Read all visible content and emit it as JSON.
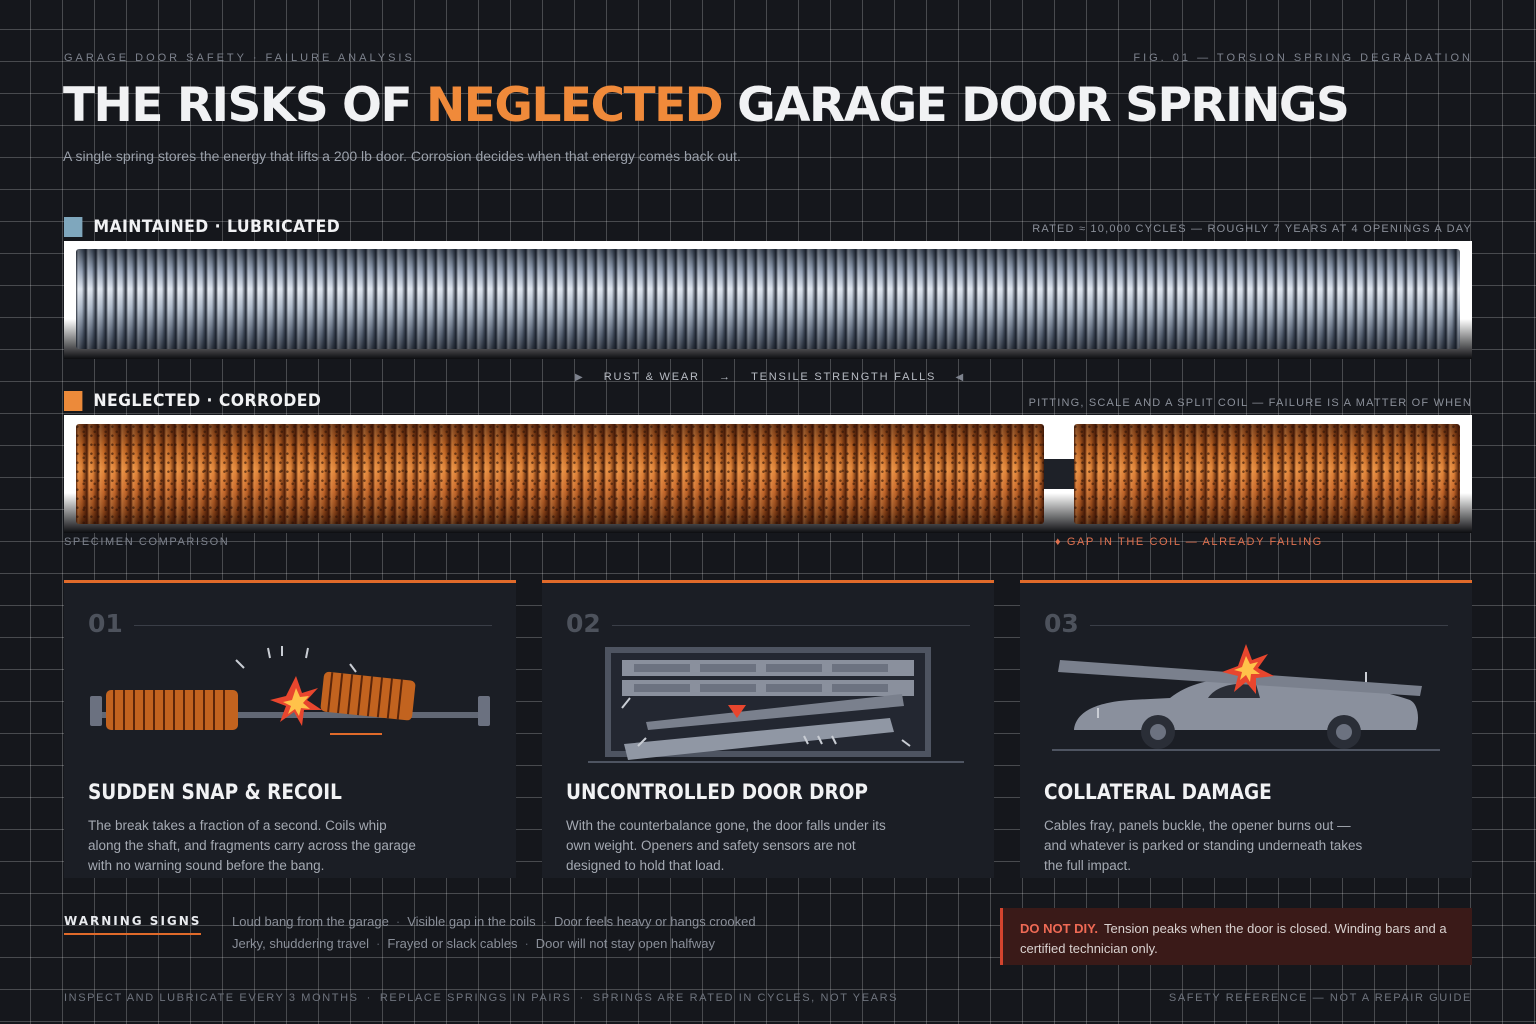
{
  "header": {
    "kicker_left": "GARAGE DOOR SAFETY · FAILURE ANALYSIS",
    "kicker_right": "FIG. 01 — TORSION SPRING DEGRADATION",
    "title_pre": "THE RISKS OF ",
    "title_accent": "NEGLECTED",
    "title_post": " GARAGE DOOR SPRINGS",
    "subtitle": "A single spring stores the energy that lifts a 200 lb door. Corrosion decides when that energy comes back out."
  },
  "colors": {
    "accent": "#f08a3a",
    "maintained_swatch": "#7fa7bd",
    "neglected_swatch": "#ec8a3a",
    "danger": "#d4442e"
  },
  "maintained": {
    "label": "MAINTAINED · LUBRICATED",
    "note": "RATED ≈ 10,000 CYCLES — ROUGHLY 7 YEARS AT 4 OPENINGS A DAY"
  },
  "transition": {
    "left": "RUST & WEAR",
    "arrow": "→",
    "right": "TENSILE STRENGTH FALLS"
  },
  "neglected": {
    "label": "NEGLECTED · CORRODED",
    "note": "PITTING, SCALE AND A SPLIT COIL — FAILURE IS A MATTER OF WHEN"
  },
  "captions": {
    "specimen": "SPECIMEN COMPARISON",
    "gap": "GAP IN THE COIL — ALREADY FAILING"
  },
  "cards": [
    {
      "num": "01",
      "title": "SUDDEN SNAP & RECOIL",
      "body": "The break takes a fraction of a second. Coils whip along the shaft, and fragments carry across the garage with no warning sound before the bang."
    },
    {
      "num": "02",
      "title": "UNCONTROLLED DOOR DROP",
      "body": "With the counterbalance gone, the door falls under its own weight. Openers and safety sensors are not designed to hold that load."
    },
    {
      "num": "03",
      "title": "COLLATERAL DAMAGE",
      "body": "Cables fray, panels buckle, the opener burns out — and whatever is parked or standing underneath takes the full impact."
    }
  ],
  "warning": {
    "label": "WARNING SIGNS",
    "row1": [
      "Loud bang from the garage",
      "Visible gap in the coils",
      "Door feels heavy or hangs crooked"
    ],
    "row2": [
      "Jerky, shuddering travel",
      "Frayed or slack cables",
      "Door will not stay open halfway"
    ],
    "separator": "·"
  },
  "diy": {
    "bold": "DO NOT DIY.",
    "text": "Tension peaks when the door is closed. Winding bars and a certified technician only."
  },
  "footer": {
    "items": [
      "INSPECT AND LUBRICATE EVERY 3 MONTHS",
      "REPLACE SPRINGS IN PAIRS",
      "SPRINGS ARE RATED IN CYCLES, NOT YEARS"
    ],
    "separator": "·",
    "right": "SAFETY REFERENCE — NOT A REPAIR GUIDE"
  }
}
